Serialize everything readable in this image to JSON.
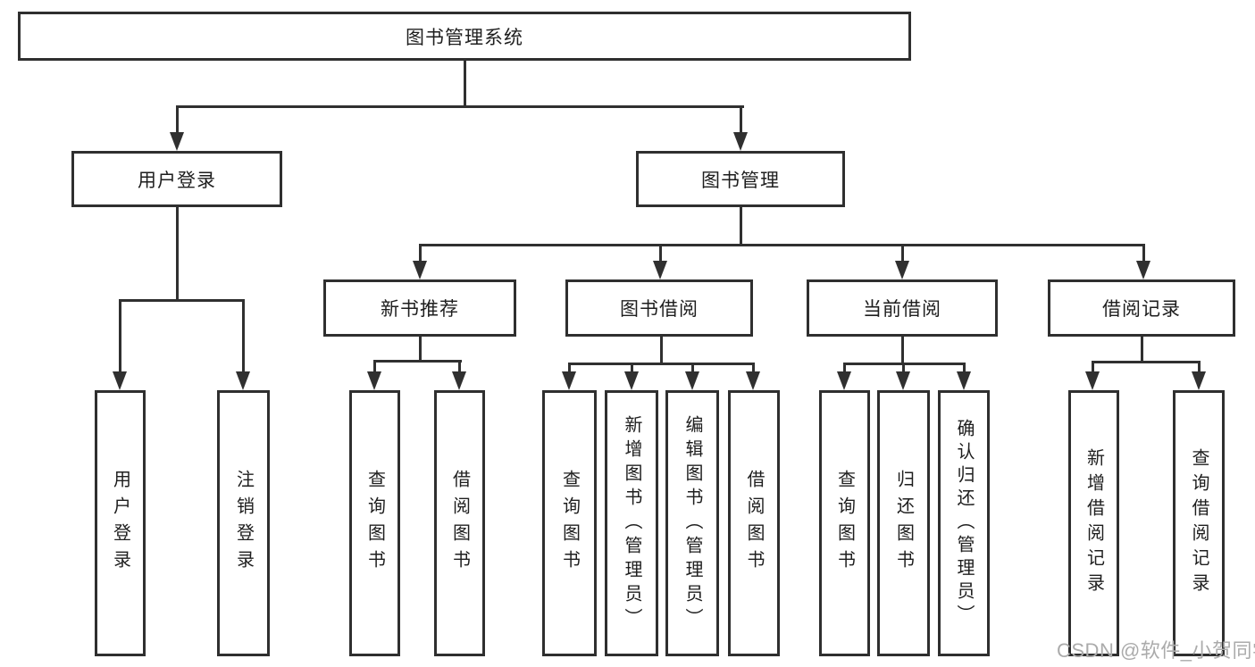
{
  "diagram": {
    "type": "tree-structure-chart",
    "title": "图书管理系统",
    "hierarchy": {
      "图书管理系统": {
        "用户登录": [
          "用户登录",
          "注销登录"
        ],
        "图书管理": {
          "新书推荐": [
            "查询图书",
            "借阅图书"
          ],
          "图书借阅": [
            "查询图书",
            "新增图书（管理员）",
            "编辑图书（管理员）",
            "借阅图书"
          ],
          "当前借阅": [
            "查询图书",
            "归还图书",
            "确认归还（管理员）"
          ],
          "借阅记录": [
            "新增借阅记录",
            "查询借阅记录"
          ]
        }
      }
    }
  },
  "nodes": {
    "root": "图书管理系统",
    "login": "用户登录",
    "mgmt": "图书管理",
    "login_do": "用户登录",
    "logout": "注销登录",
    "rec": "新书推荐",
    "borrow": "图书借阅",
    "current": "当前借阅",
    "record": "借阅记录",
    "rec_query": "查询图书",
    "rec_borrow": "借阅图书",
    "bor_query": "查询图书",
    "bor_add": "新增图书（管理员）",
    "bor_edit": "编辑图书（管理员）",
    "bor_borrow": "借阅图书",
    "cur_query": "查询图书",
    "cur_return": "归还图书",
    "cur_confirm": "确认归还（管理员）",
    "rcd_add": "新增借阅记录",
    "rcd_query": "查询借阅记录"
  },
  "watermark": "CSDN @软件_小贺同学",
  "colors": {
    "line": "#303030",
    "text": "#1e1e1e",
    "background": "#ffffff",
    "watermark": "#ababab"
  }
}
